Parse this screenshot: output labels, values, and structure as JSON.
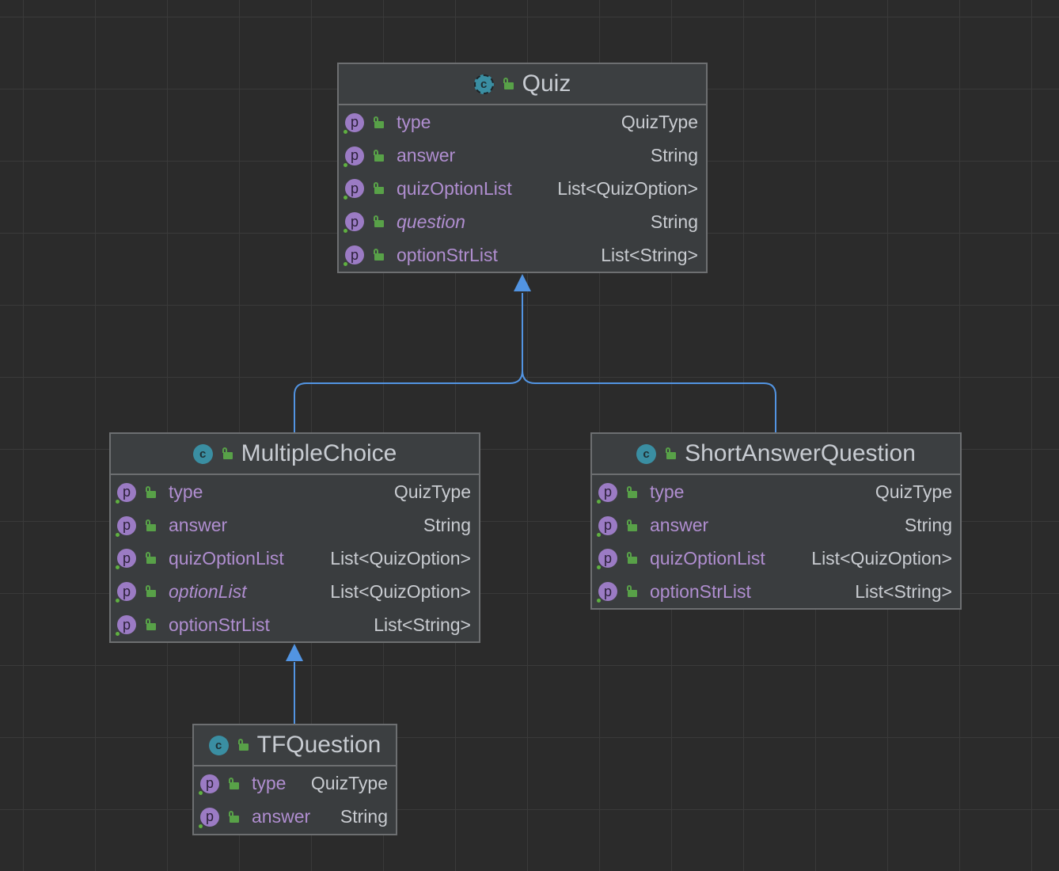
{
  "colors": {
    "background": "#2b2b2b",
    "grid": "#3a3a3a",
    "edge": "#5294e2",
    "class_icon": "#3a8ea2",
    "property_icon": "#9b7bc4",
    "field_name": "#b08ed0",
    "lock": "#58a148"
  },
  "classes": {
    "quiz": {
      "name": "Quiz",
      "abstract": true,
      "class_icon": "class-icon",
      "visibility_icon": "lock-icon",
      "fields": [
        {
          "name": "type",
          "type": "QuizType",
          "italic": false
        },
        {
          "name": "answer",
          "type": "String",
          "italic": false
        },
        {
          "name": "quizOptionList",
          "type": "List<QuizOption>",
          "italic": false
        },
        {
          "name": "question",
          "type": "String",
          "italic": true
        },
        {
          "name": "optionStrList",
          "type": "List<String>",
          "italic": false
        }
      ]
    },
    "multiple_choice": {
      "name": "MultipleChoice",
      "abstract": false,
      "class_icon": "class-icon",
      "visibility_icon": "lock-icon",
      "fields": [
        {
          "name": "type",
          "type": "QuizType",
          "italic": false
        },
        {
          "name": "answer",
          "type": "String",
          "italic": false
        },
        {
          "name": "quizOptionList",
          "type": "List<QuizOption>",
          "italic": false
        },
        {
          "name": "optionList",
          "type": "List<QuizOption>",
          "italic": true
        },
        {
          "name": "optionStrList",
          "type": "List<String>",
          "italic": false
        }
      ]
    },
    "short_answer_question": {
      "name": "ShortAnswerQuestion",
      "abstract": false,
      "class_icon": "class-icon",
      "visibility_icon": "lock-icon",
      "fields": [
        {
          "name": "type",
          "type": "QuizType",
          "italic": false
        },
        {
          "name": "answer",
          "type": "String",
          "italic": false
        },
        {
          "name": "quizOptionList",
          "type": "List<QuizOption>",
          "italic": false
        },
        {
          "name": "optionStrList",
          "type": "List<String>",
          "italic": false
        }
      ]
    },
    "tf_question": {
      "name": "TFQuestion",
      "abstract": false,
      "class_icon": "class-icon",
      "visibility_icon": "lock-icon",
      "fields": [
        {
          "name": "type",
          "type": "QuizType",
          "italic": false
        },
        {
          "name": "answer",
          "type": "String",
          "italic": false
        }
      ]
    }
  },
  "property_icon_letter": "p",
  "class_icon_letter": "c",
  "relations": [
    {
      "kind": "extends",
      "from": "MultipleChoice",
      "to": "Quiz"
    },
    {
      "kind": "extends",
      "from": "ShortAnswerQuestion",
      "to": "Quiz"
    },
    {
      "kind": "extends",
      "from": "TFQuestion",
      "to": "MultipleChoice"
    }
  ]
}
